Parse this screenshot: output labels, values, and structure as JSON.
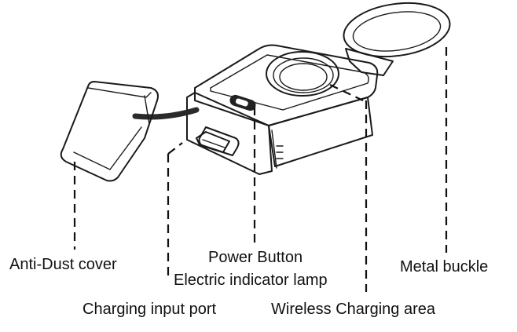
{
  "labels": {
    "anti_dust_cover": "Anti-Dust cover",
    "power_button": "Power Button",
    "electric_indicator_lamp": "Electric indicator lamp",
    "metal_buckle": "Metal buckle",
    "charging_input_port": "Charging input port",
    "wireless_charging_area": "Wireless Charging area"
  },
  "colors": {
    "line": "#1a1a1a",
    "text": "#111111",
    "background": "#ffffff",
    "tether": "#2a2a2a"
  }
}
